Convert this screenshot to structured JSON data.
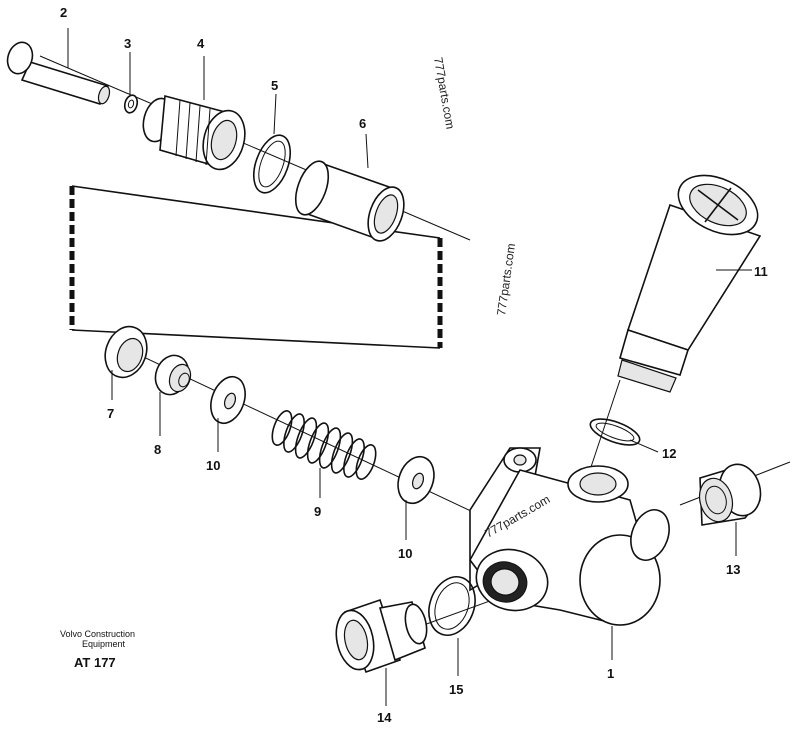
{
  "diagram": {
    "callouts": [
      "2",
      "3",
      "4",
      "5",
      "6",
      "11",
      "7",
      "8",
      "10",
      "9",
      "10",
      "12",
      "13",
      "1",
      "15",
      "14"
    ],
    "watermarks": [
      "777parts.com",
      "777parts.com",
      "777parts.com"
    ],
    "caption": {
      "line1": "Volvo Construction",
      "line2": "Equipment",
      "code": "AT 177"
    }
  }
}
